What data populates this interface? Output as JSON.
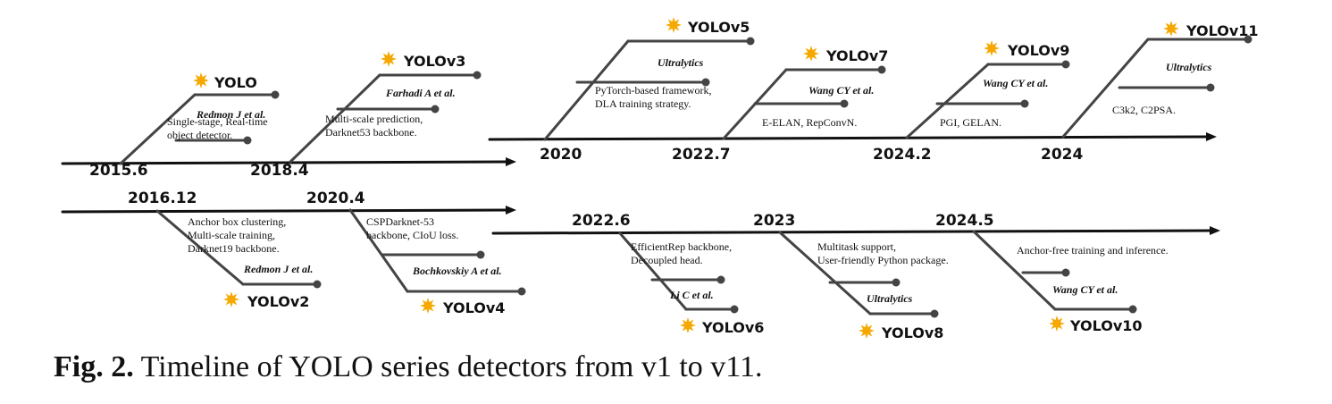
{
  "colors": {
    "line": "#444444",
    "axis": "#111111",
    "star": "#f5a800"
  },
  "caption": {
    "label": "Fig. 2.",
    "text": " Timeline of YOLO series detectors from v1 to v11."
  },
  "timelines": [
    {
      "id": "row1-left",
      "events": [
        {
          "date": "2015.6",
          "version": "YOLO",
          "authors": "Redmon J et al.",
          "desc": [
            "Single-stage, Real-time",
            "object detector."
          ]
        },
        {
          "date": "2018.4",
          "version": "YOLOv3",
          "authors": "Farhadi A et al.",
          "desc": [
            "Multi-scale prediction,",
            "Darknet53 backbone."
          ]
        }
      ]
    },
    {
      "id": "row1-right",
      "events": [
        {
          "date": "2020",
          "version": "YOLOv5",
          "authors": "Ultralytics",
          "desc": [
            "PyTorch-based framework,",
            "DLA training strategy."
          ]
        },
        {
          "date": "2022.7",
          "version": "YOLOv7",
          "authors": "Wang CY et al.",
          "desc": [
            "E-ELAN, RepConvN."
          ]
        },
        {
          "date": "2024.2",
          "version": "YOLOv9",
          "authors": "Wang CY et al.",
          "desc": [
            "PGI, GELAN."
          ]
        },
        {
          "date": "2024",
          "version": "YOLOv11",
          "authors": "Ultralytics",
          "desc": [
            "C3k2, C2PSA."
          ]
        }
      ]
    },
    {
      "id": "row2-left",
      "events": [
        {
          "date": "2016.12",
          "version": "YOLOv2",
          "authors": "Redmon J et al.",
          "desc": [
            "Anchor box clustering,",
            "Multi-scale training,",
            "Darknet19 backbone."
          ]
        },
        {
          "date": "2020.4",
          "version": "YOLOv4",
          "authors": "Bochkovskiy A et al.",
          "desc": [
            "CSPDarknet-53",
            "backbone, CIoU loss."
          ]
        }
      ]
    },
    {
      "id": "row2-right",
      "events": [
        {
          "date": "2022.6",
          "version": "YOLOv6",
          "authors": "Li C et al.",
          "desc": [
            "EfficientRep backbone,",
            "Decoupled head."
          ]
        },
        {
          "date": "2023",
          "version": "YOLOv8",
          "authors": "Ultralytics",
          "desc": [
            "Multitask support,",
            "User-friendly Python package."
          ]
        },
        {
          "date": "2024.5",
          "version": "YOLOv10",
          "authors": "Wang CY et al.",
          "desc": [
            "Anchor-free training and inference."
          ]
        }
      ]
    }
  ]
}
